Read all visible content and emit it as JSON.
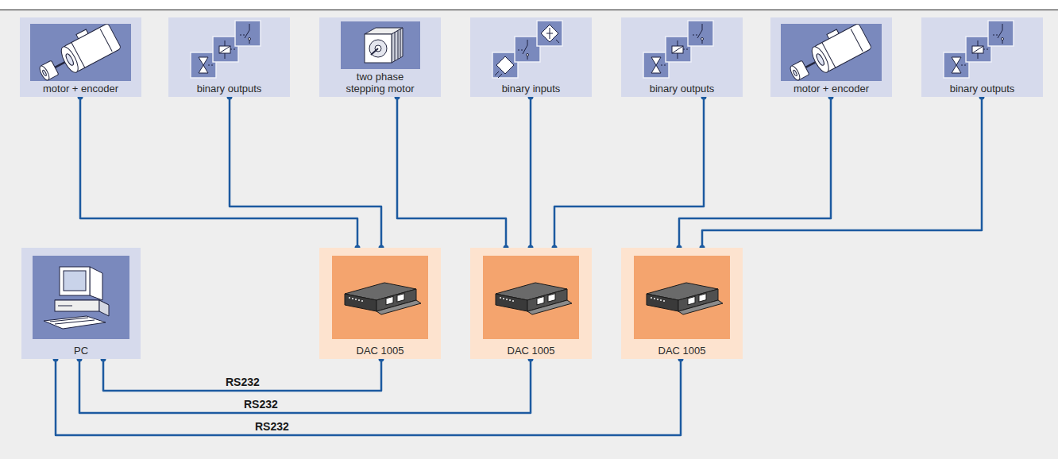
{
  "diagram": {
    "nodes": [
      {
        "text": [
          "motor + encoder"
        ]
      },
      {
        "text": [
          "binary outputs"
        ]
      },
      {
        "text": [
          "two phase stepping motor"
        ]
      },
      {
        "text": [
          "binary inputs"
        ]
      },
      {
        "text": [
          "binary outputs"
        ]
      },
      {
        "text": [
          "motor + encoder"
        ]
      },
      {
        "text": [
          "binary outputs"
        ]
      },
      {
        "text": [
          "PC"
        ]
      },
      {
        "text": [
          "DAC 1005"
        ]
      },
      {
        "text": [
          "DAC 1005"
        ]
      },
      {
        "text": [
          "DAC 1005"
        ]
      }
    ],
    "edges": [
      {
        "from": 0,
        "to": 8,
        "arrow": "none"
      },
      {
        "from": 1,
        "to": 8,
        "arrow": "none"
      },
      {
        "from": 2,
        "to": 9,
        "arrow": "none"
      },
      {
        "from": 3,
        "to": 9,
        "arrow": "none"
      },
      {
        "from": 4,
        "to": 9,
        "arrow": "none"
      },
      {
        "from": 5,
        "to": 10,
        "arrow": "none"
      },
      {
        "from": 6,
        "to": 10,
        "arrow": "none"
      },
      {
        "from": 7,
        "to": 8,
        "label": "RS232",
        "arrow": "none"
      },
      {
        "from": 7,
        "to": 9,
        "label": "RS232",
        "arrow": "none"
      },
      {
        "from": 7,
        "to": 10,
        "label": "RS232",
        "arrow": "none"
      }
    ]
  }
}
